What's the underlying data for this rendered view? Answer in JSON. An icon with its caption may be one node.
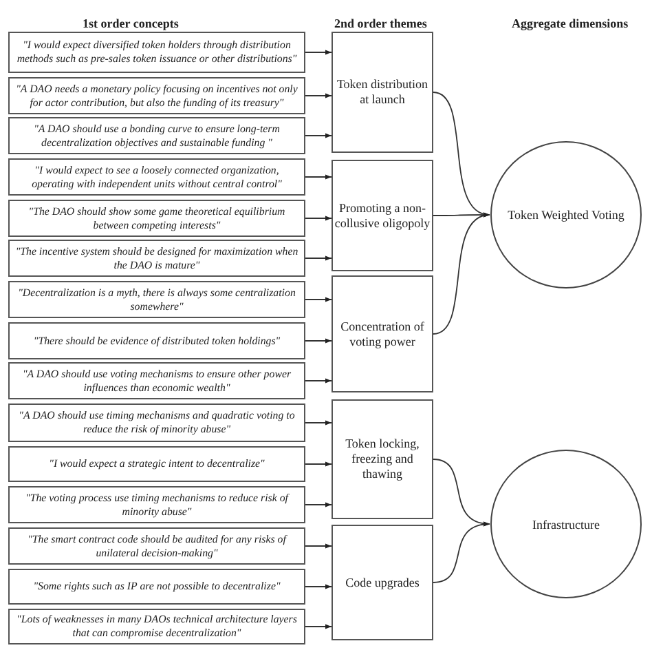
{
  "diagram": {
    "nodes": [
      {
        "text": [
          "\"I would expect diversified token holders through distribution methods such as pre-sales token issuance or other distributions\""
        ]
      },
      {
        "text": [
          "\"A DAO needs a monetary policy focusing on incentives not only for actor contribution, but also the funding of its treasury\""
        ]
      },
      {
        "text": [
          "\"A DAO should use a bonding curve to ensure long-term decentralization objectives and sustainable funding \""
        ]
      },
      {
        "text": [
          "\"I would expect to see a loosely connected organization, operating with independent units without central control\""
        ]
      },
      {
        "text": [
          "\"The DAO should show some game theoretical equilibrium between competing interests\""
        ]
      },
      {
        "text": [
          "\"The incentive system should be designed for maximization when the DAO is mature\""
        ]
      },
      {
        "text": [
          "\"Decentralization is a myth, there is always some centralization somewhere\""
        ]
      },
      {
        "text": [
          "\"There should be evidence of distributed token holdings\""
        ]
      },
      {
        "text": [
          "\"A DAO should use voting mechanisms to ensure other power influences than economic wealth\""
        ]
      },
      {
        "text": [
          "\"A DAO should use timing mechanisms and quadratic voting to reduce the risk of minority abuse\""
        ]
      },
      {
        "text": [
          "\"I would expect a strategic intent to decentralize\""
        ]
      },
      {
        "text": [
          "\"The voting process use timing mechanisms to reduce risk of minority abuse\""
        ]
      },
      {
        "text": [
          "\"The smart contract code should be audited for any risks of unilateral decision-making\""
        ]
      },
      {
        "text": [
          "\"Some rights such as IP are not possible to decentralize\""
        ]
      },
      {
        "text": [
          "\"Lots of weaknesses in many DAOs technical architecture layers that can compromise decentralization\""
        ]
      },
      {
        "text": [
          "Token distribution at launch"
        ]
      },
      {
        "text": [
          "Promoting a non-collusive oligopoly"
        ]
      },
      {
        "text": [
          "Concentration of voting power"
        ]
      },
      {
        "text": [
          "Token locking, freezing and thawing"
        ]
      },
      {
        "text": [
          "Code upgrades"
        ]
      },
      {
        "text": [
          "Token Weighted Voting"
        ]
      },
      {
        "text": [
          "Infrastructure"
        ]
      }
    ],
    "edges": [
      {
        "from": 0,
        "to": 15,
        "arrow": "to"
      },
      {
        "from": 1,
        "to": 15,
        "arrow": "to"
      },
      {
        "from": 2,
        "to": 15,
        "arrow": "to"
      },
      {
        "from": 3,
        "to": 16,
        "arrow": "to"
      },
      {
        "from": 4,
        "to": 16,
        "arrow": "to"
      },
      {
        "from": 5,
        "to": 16,
        "arrow": "to"
      },
      {
        "from": 6,
        "to": 17,
        "arrow": "to"
      },
      {
        "from": 7,
        "to": 17,
        "arrow": "to"
      },
      {
        "from": 8,
        "to": 17,
        "arrow": "to"
      },
      {
        "from": 9,
        "to": 18,
        "arrow": "to"
      },
      {
        "from": 10,
        "to": 18,
        "arrow": "to"
      },
      {
        "from": 11,
        "to": 18,
        "arrow": "to"
      },
      {
        "from": 12,
        "to": 19,
        "arrow": "to"
      },
      {
        "from": 13,
        "to": 19,
        "arrow": "to"
      },
      {
        "from": 14,
        "to": 19,
        "arrow": "to"
      },
      {
        "from": 15,
        "to": 20,
        "arrow": "to"
      },
      {
        "from": 16,
        "to": 20,
        "arrow": "to"
      },
      {
        "from": 17,
        "to": 20,
        "arrow": "to"
      },
      {
        "from": 18,
        "to": 21,
        "arrow": "to"
      },
      {
        "from": 19,
        "to": 21,
        "arrow": "to"
      }
    ],
    "labels": [
      "1st order concepts",
      "2nd order themes",
      "Aggregate dimensions"
    ]
  }
}
